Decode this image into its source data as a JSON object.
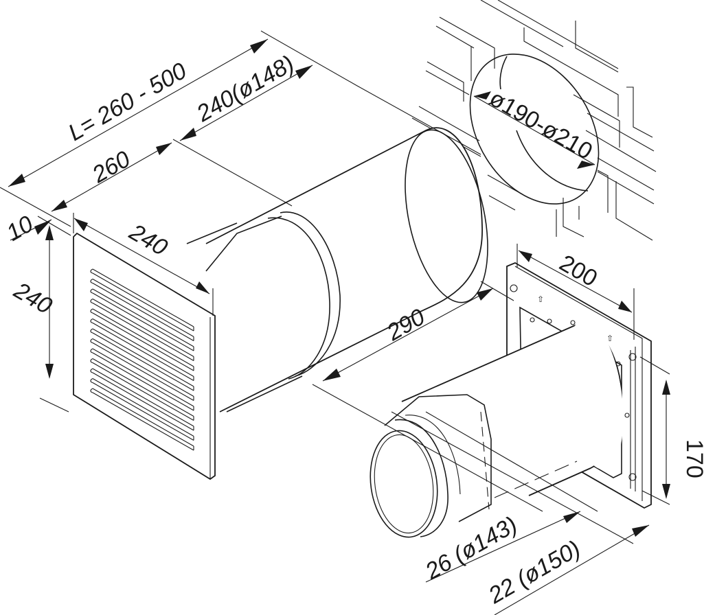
{
  "diagram": {
    "title": "Wall ventilation duct kit – dimensional drawing",
    "components": [
      "louvred-grille",
      "telescopic-duct",
      "wall-core-hole",
      "outer-mounting-plate"
    ],
    "dimensions": {
      "total_length": "L= 260 - 500",
      "duct_telescopic": "240(ø148)",
      "duct_base": "260",
      "grille_depth": "10",
      "grille_width": "240",
      "grille_height": "240",
      "core_hole": "ø190-ø210",
      "plate_width": "200",
      "plate_height": "170",
      "outer_length": "290",
      "spigot_inner": "26 (ø143)",
      "spigot_outer": "22 (ø150)"
    }
  }
}
